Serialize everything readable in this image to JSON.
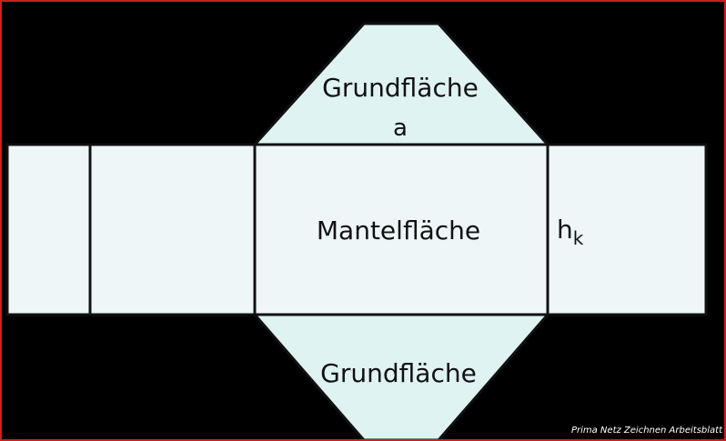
{
  "labels": {
    "top_base": "Grundfläche",
    "side_a": "a",
    "lateral": "Mantelfläche",
    "height_main": "h",
    "height_sub": "k",
    "bottom_base": "Grundfläche"
  },
  "watermark": "Prima Netz Zeichnen Arbeitsblatt",
  "colors": {
    "background": "#000000",
    "base_fill": "#dff3f2",
    "face_fill": "#eef6f7",
    "border": "#cc1f1f",
    "stroke": "#111111"
  }
}
